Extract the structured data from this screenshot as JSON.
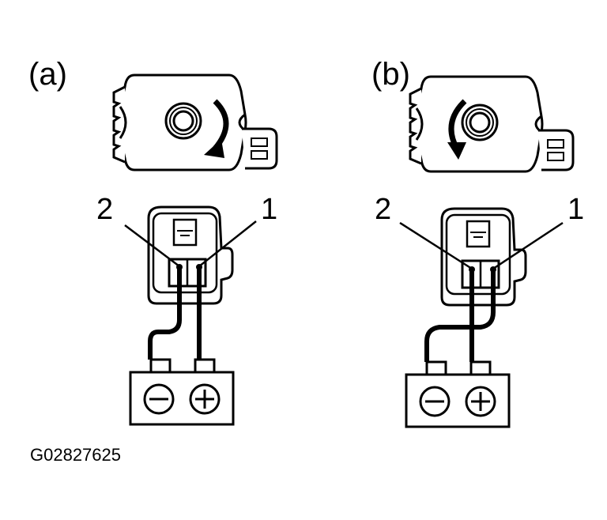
{
  "panels": [
    {
      "label": "(a)",
      "pin_left": "2",
      "pin_right": "1"
    },
    {
      "label": "(b)",
      "pin_left": "2",
      "pin_right": "1"
    }
  ],
  "battery": {
    "negative_symbol": "−",
    "positive_symbol": "+"
  },
  "figure_code": "G02827625",
  "colors": {
    "line": "#000000",
    "background": "#ffffff"
  }
}
